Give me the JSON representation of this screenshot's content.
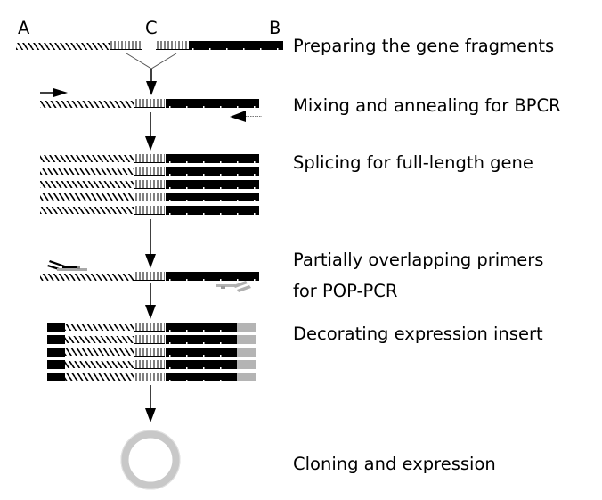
{
  "figure": {
    "type": "workflow-diagram",
    "end_labels": {
      "left": "A",
      "middle": "C",
      "right": "B"
    },
    "steps": [
      {
        "id": "prepare",
        "label": "Preparing the gene fragments"
      },
      {
        "id": "anneal",
        "label": "Mixing and annealing for BPCR"
      },
      {
        "id": "splice",
        "label": "Splicing for full-length gene"
      },
      {
        "id": "pop-primers",
        "label": "Partially overlapping primers",
        "label_line2": "for POP-PCR"
      },
      {
        "id": "decorate",
        "label": "Decorating expression insert"
      },
      {
        "id": "clone",
        "label": "Cloning and expression"
      }
    ],
    "segments": {
      "fragment_A": {
        "pattern": "hatched",
        "color": "#000000"
      },
      "overlap_C": {
        "pattern": "ladder",
        "color": "#000000"
      },
      "fragment_B": {
        "pattern": "solid-with-ticks",
        "color": "#000000"
      },
      "decoration_left": {
        "pattern": "solid",
        "color": "#000000"
      },
      "decoration_right": {
        "pattern": "solid",
        "color": "#b4b4b4"
      },
      "plasmid": {
        "pattern": "ring",
        "color": "#c8c8c8"
      }
    },
    "stack_copies": {
      "splice": 5,
      "decorate": 5
    }
  }
}
